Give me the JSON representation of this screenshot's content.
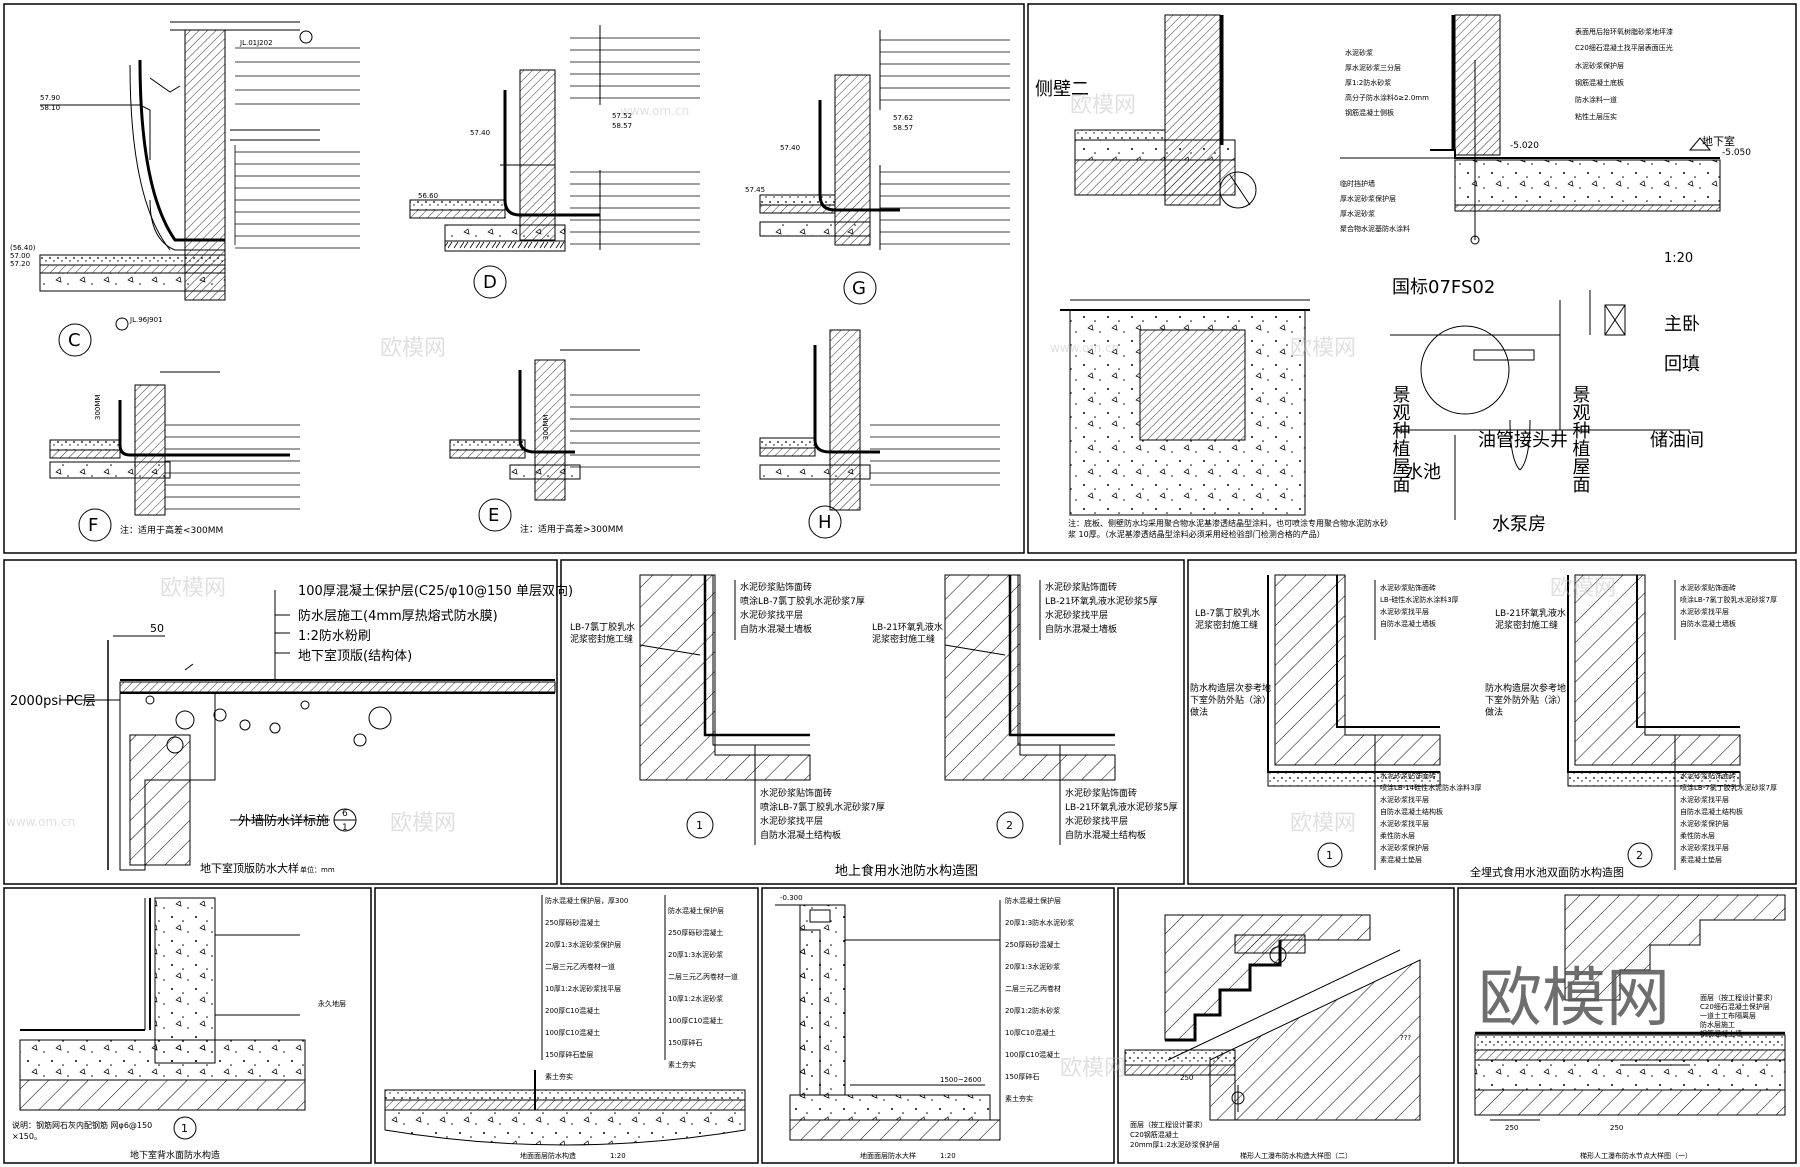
{
  "panel1": {
    "labels": [
      "C",
      "D",
      "G",
      "F",
      "E",
      "H"
    ],
    "note_e": "注：适用于高差>300MM",
    "note_f": "注：适用于高差<300MM",
    "elev_c": [
      "57.90",
      "58.10",
      "(56.40)",
      "57.00",
      "57.20"
    ],
    "elev_d": [
      "57.40",
      "56.60",
      "57.52",
      "58.57"
    ],
    "elev_g": [
      "57.40",
      "57.45",
      "57.62",
      "58.57"
    ],
    "dim_e": "300MM",
    "dim_f": "300MM",
    "ref_c": [
      "JL.01J202",
      "JL.96J901"
    ]
  },
  "panel2": {
    "side_label": "侧壁二",
    "scale": "1:20",
    "basement": "地下室",
    "elev1": "-5.020",
    "elev2": "-5.050",
    "std": "国标07FS02",
    "rooms": [
      "主卧",
      "回填",
      "景观种植屋面",
      "景观种植屋面",
      "油管接头井",
      "储油间",
      "水池",
      "水泵房"
    ],
    "note": "注：底板、侧壁防水均采用聚合物水泥基渗透结晶型涂料，也可喷涂专用聚合物水泥防水砂浆 10厚。（水泥基渗透结晶型涂料必须采用经检验部门检测合格的产品）",
    "layers": [
      "表面甩后抬环氧树脂砂浆地坪漆",
      "C20细石混凝土找平层表面压光",
      "水泥砂浆",
      "厚水泥砂浆三分层",
      "厚1:2防水砂浆",
      "高分子防水涂料δ≥2.0mm",
      "钢筋混凝土侧板",
      "水泥砂浆保护层",
      "钢筋混凝土底板",
      "防水涂料一道",
      "粘性土层压实",
      "临时挡护墙",
      "厚水泥砂浆保护层",
      "厚水泥砂浆",
      "聚合物水泥基防水涂料"
    ]
  },
  "panel3": {
    "title": "地下室顶版防水大样",
    "unit": "单位：mm",
    "dim": "50",
    "pc": "2000psi PC层",
    "leaders": [
      "100厚混凝土保护层(C25/φ10@150 单层双向)",
      "防水层施工(4mm厚热熔式防水膜)",
      "1:2防水粉刷",
      "地下室顶版(结构体)"
    ],
    "wall": "外墙防水详标施",
    "ref_top": "6",
    "ref_bot": "1"
  },
  "panel4": {
    "title": "地上食用水池防水构造图",
    "left_side": "LB-7氯丁胶乳水泥浆密封施工缝",
    "right_side": "LB-21环氧乳液水泥浆密封施工缝",
    "top1": [
      "水泥砂浆贴饰面砖",
      "喷涂LB-7氯丁胶乳水泥砂浆7厚",
      "水泥砂浆找平层",
      "自防水混凝土墙板"
    ],
    "top2": [
      "水泥砂浆贴饰面砖",
      "LB-21环氧乳液水泥砂浆5厚",
      "水泥砂浆找平层",
      "自防水混凝土墙板"
    ],
    "bot1": [
      "水泥砂浆贴饰面砖",
      "喷涂LB-7氯丁胶乳水泥砂浆7厚",
      "水泥砂浆找平层",
      "自防水混凝土结构板"
    ],
    "bot2": [
      "水泥砂浆贴饰面砖",
      "LB-21环氧乳液水泥砂浆5厚",
      "水泥砂浆找平层",
      "自防水混凝土结构板"
    ],
    "nums": [
      "1",
      "2"
    ]
  },
  "panel5": {
    "title": "全埋式食用水池双面防水构造图",
    "left_side": "LB-7氯丁胶乳水泥浆密封施工缝",
    "right_side": "LB-21环氧乳液水泥浆密封施工缝",
    "mid_note": "防水构造层次参考地下室外防外贴（涂）做法",
    "top1": [
      "水泥砂浆贴饰面砖",
      "LB-硅性水泥防水涂料3厚",
      "水泥砂浆找平层",
      "自防水混凝土墙板"
    ],
    "top2": [
      "水泥砂浆贴饰面砖",
      "喷涂LB-7氯丁胶乳水泥砂浆7厚",
      "水泥砂浆找平层",
      "自防水混凝土墙板"
    ],
    "bot1": [
      "水泥砂浆贴饰面砖",
      "喷涂LB-14硅性水泥防水涂料3厚",
      "水泥砂浆找平层",
      "自防水混凝土结构板",
      "水泥砂浆找平层",
      "柔性防水层",
      "水泥砂浆保护层",
      "素混凝土垫层"
    ],
    "bot2": [
      "水泥砂浆贴饰面砖",
      "喷涂LB-7氯丁胶乳水泥砂浆7厚",
      "水泥砂浆找平层",
      "自防水混凝土结构板",
      "水泥砂浆保护层",
      "柔性防水层",
      "水泥砂浆找平层",
      "素混凝土垫层"
    ],
    "nums": [
      "1",
      "2"
    ]
  },
  "panel6": {
    "title": "地下室背水面防水构造",
    "note": "说明：钢筋网石灰内配钢筋 网φ6@150 ×150。",
    "num": "1",
    "right_label": "永久地层"
  },
  "panel7": {
    "title": "地面面层防水构造",
    "scale": "1:20",
    "left": [
      "防水混凝土保护层，厚300",
      "250厚砾砂混凝土",
      "20厚1:3水泥砂浆保护层",
      "二层三元乙丙卷材一道",
      "10厚1:2水泥砂浆找平层",
      "200厚C10混凝土",
      "100厚C10混凝土",
      "150厚碎石垫层",
      "素土夯实"
    ],
    "right": [
      "防水混凝土保护层",
      "250厚砾砂混凝土",
      "20厚1:3水泥砂浆",
      "二层三元乙丙卷材一道",
      "10厚1:2水泥砂浆",
      "100厚C10混凝土",
      "150厚碎石",
      "素土夯实"
    ]
  },
  "panel8": {
    "title": "地面面层防水大样",
    "scale": "1:20",
    "elev": "-0.300",
    "dim": "1500~2600",
    "labels": [
      "防水混凝土保护层",
      "20厚1:3防水水泥砂浆",
      "250厚砾砂混凝土",
      "20厚1:3水泥砂浆",
      "二层三元乙丙卷材",
      "20厚1:2防水砂浆",
      "10厚C10混凝土",
      "100厚C10混凝土",
      "150厚碎石",
      "素土夯实"
    ]
  },
  "panel9": {
    "title": "梯形人工瀑布防水构造大样图（二）",
    "dims": [
      "250",
      "???"
    ],
    "notes": [
      "面层（按工程设计要求）",
      "C20钢筋混凝土",
      "20mm厚1:2水泥砂浆保护层"
    ]
  },
  "panel10": {
    "title": "梯形人工瀑布防水节点大样图（一）",
    "dims": [
      "250",
      "250"
    ],
    "labels": [
      "面层（按工程设计要求）",
      "C20细石混凝土保护层",
      "一道土工布隔离层",
      "防水层施工",
      "钢筋混凝土墙"
    ]
  },
  "watermark": "欧模网",
  "wm_url": "www.om.cn"
}
